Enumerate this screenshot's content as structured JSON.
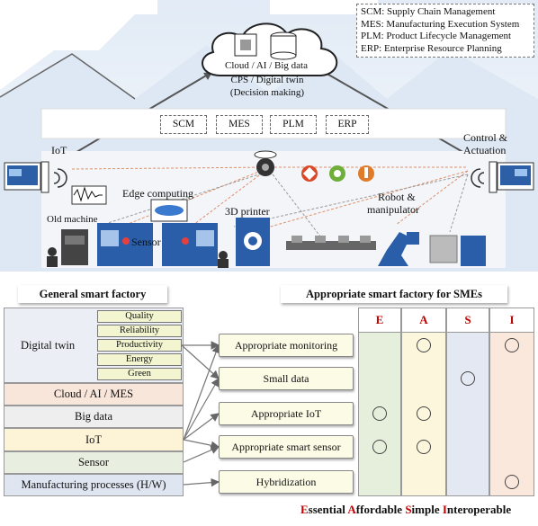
{
  "legend": [
    "SCM: Supply Chain Management",
    "MES: Manufacturing Execution System",
    "PLM: Product Lifecycle Management",
    "ERP: Enterprise Resource Planning"
  ],
  "cloud_label": "Cloud / AI / Big data",
  "cps_line1": "CPS / Digital twin",
  "cps_line2": "(Decision making)",
  "systems": [
    "SCM",
    "MES",
    "PLM",
    "ERP"
  ],
  "labels": {
    "iot": "IoT",
    "control": "Control &",
    "actuation": "Actuation",
    "edge": "Edge computing",
    "old_machine": "Old machine",
    "sensor": "Sensor",
    "printer": "3D printer",
    "robot": "Robot &",
    "manipulator": "manipulator"
  },
  "left_title": "General smart factory",
  "right_title": "Appropriate smart factory for SMEs",
  "general": {
    "digital_twin": "Digital twin",
    "sub_items": [
      "Quality",
      "Reliability",
      "Productivity",
      "Energy",
      "Green"
    ],
    "layers": [
      "Cloud / AI / MES",
      "Big data",
      "IoT",
      "Sensor",
      "Manufacturing processes (H/W)"
    ]
  },
  "appropriate": [
    "Appropriate monitoring",
    "Small data",
    "Appropriate IoT",
    "Appropriate smart sensor",
    "Hybridization"
  ],
  "columns": [
    "E",
    "A",
    "S",
    "I"
  ],
  "colors": {
    "E": "#e6efdc",
    "A": "#fbf6dc",
    "S": "#e4e8f2",
    "I": "#fbe8dc",
    "cloud_mes": "#f9e6da",
    "big_data": "#eeeeee",
    "iot": "#fdf3d6",
    "sensor": "#e8efe1",
    "manufacturing": "#dfe6f2",
    "digital_twin": "#ebeef4",
    "accent_red": "#c00000",
    "factory_bg": "#e3ecf6"
  },
  "circles": {
    "monitoring": [
      "A",
      "I"
    ],
    "small_data": [
      "S"
    ],
    "iot": [
      "E",
      "A"
    ],
    "smart_sensor": [
      "E",
      "A"
    ],
    "hybridization": [
      "I"
    ]
  },
  "footer": [
    {
      "first": "E",
      "rest": "ssential "
    },
    {
      "first": "A",
      "rest": "ffordable "
    },
    {
      "first": "S",
      "rest": "imple "
    },
    {
      "first": "I",
      "rest": "nteroperable"
    }
  ]
}
